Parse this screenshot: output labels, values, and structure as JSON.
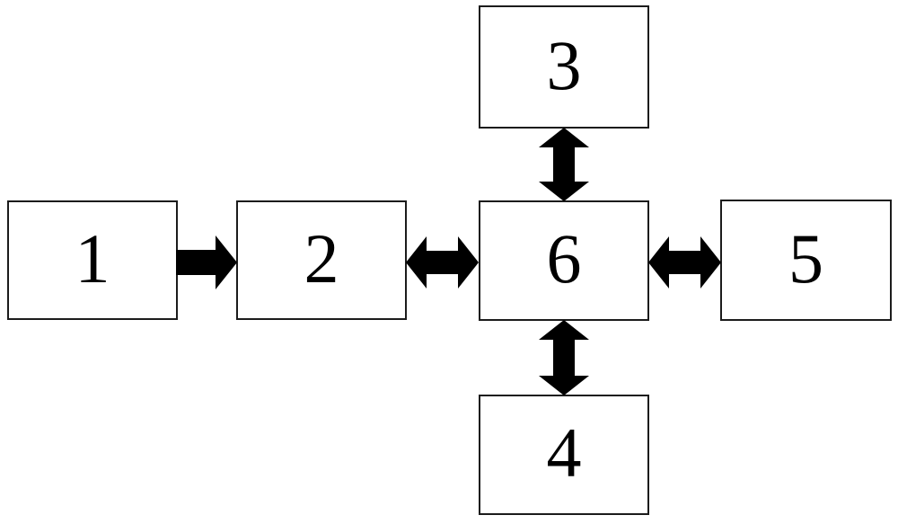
{
  "diagram": {
    "colors": {
      "background": "#ffffff",
      "box_fill": "#ffffff",
      "box_border": "#1c1c1c",
      "arrow": "#000000",
      "text": "#000000"
    },
    "nodes": [
      {
        "id": "1",
        "label": "1",
        "position": "far-left"
      },
      {
        "id": "2",
        "label": "2",
        "position": "left-of-center"
      },
      {
        "id": "3",
        "label": "3",
        "position": "above-center"
      },
      {
        "id": "4",
        "label": "4",
        "position": "below-center"
      },
      {
        "id": "5",
        "label": "5",
        "position": "far-right"
      },
      {
        "id": "6",
        "label": "6",
        "position": "center"
      }
    ],
    "connections": [
      {
        "from": "1",
        "to": "2",
        "style": "one-way",
        "direction": "right"
      },
      {
        "from": "2",
        "to": "6",
        "style": "two-way",
        "direction": "horizontal"
      },
      {
        "from": "3",
        "to": "6",
        "style": "two-way",
        "direction": "vertical"
      },
      {
        "from": "6",
        "to": "4",
        "style": "two-way",
        "direction": "vertical"
      },
      {
        "from": "6",
        "to": "5",
        "style": "two-way",
        "direction": "horizontal"
      }
    ]
  }
}
